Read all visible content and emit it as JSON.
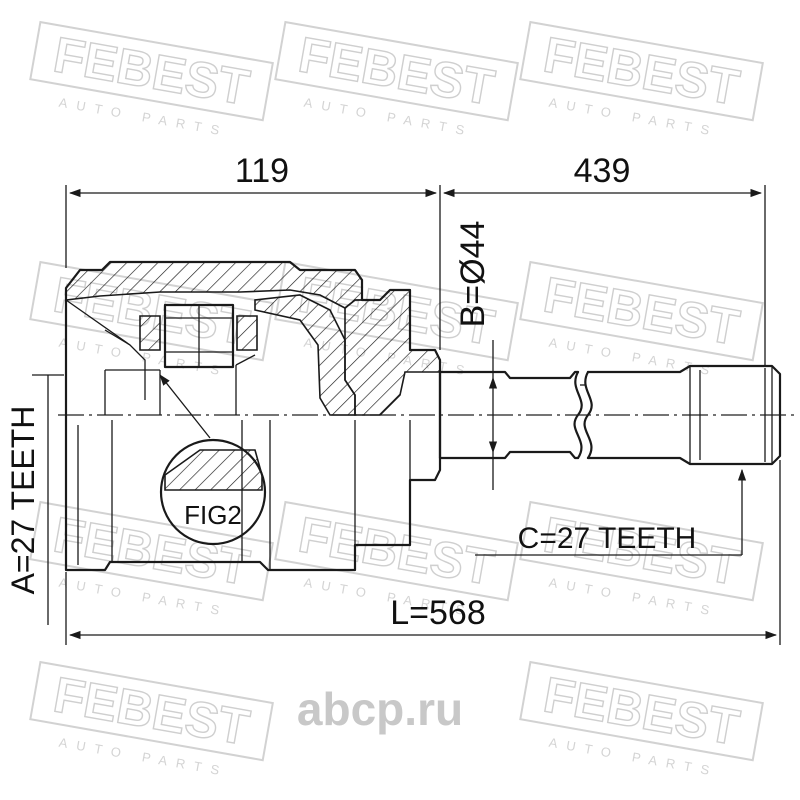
{
  "watermark": {
    "brand": "FEBEST",
    "sub": "AUTO PARTS",
    "site": "abcp.ru"
  },
  "dimensions": {
    "overall_length": "L=568",
    "housing_length": "119",
    "shaft_length": "439",
    "seal_diameter": "B=Ø44",
    "outer_splines": "A=27 TEETH",
    "inner_splines": "C=27 TEETH",
    "figure_ref": "FIG2"
  }
}
